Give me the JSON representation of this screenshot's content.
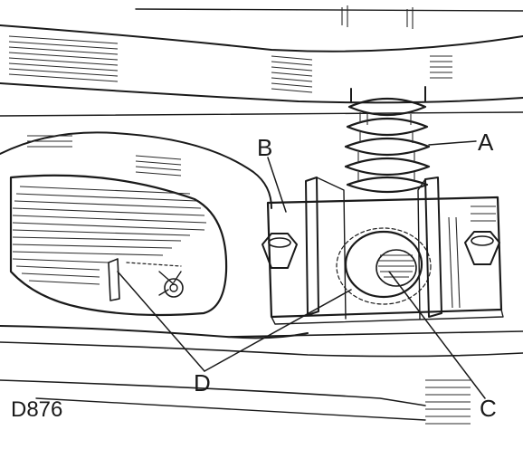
{
  "figure": {
    "code": "D876",
    "callouts": [
      {
        "id": "A",
        "text": "A"
      },
      {
        "id": "B",
        "text": "B"
      },
      {
        "id": "C",
        "text": "C"
      },
      {
        "id": "D",
        "text": "D"
      }
    ]
  },
  "colors": {
    "ink": "#1a1a1a",
    "paper": "#ffffff"
  }
}
